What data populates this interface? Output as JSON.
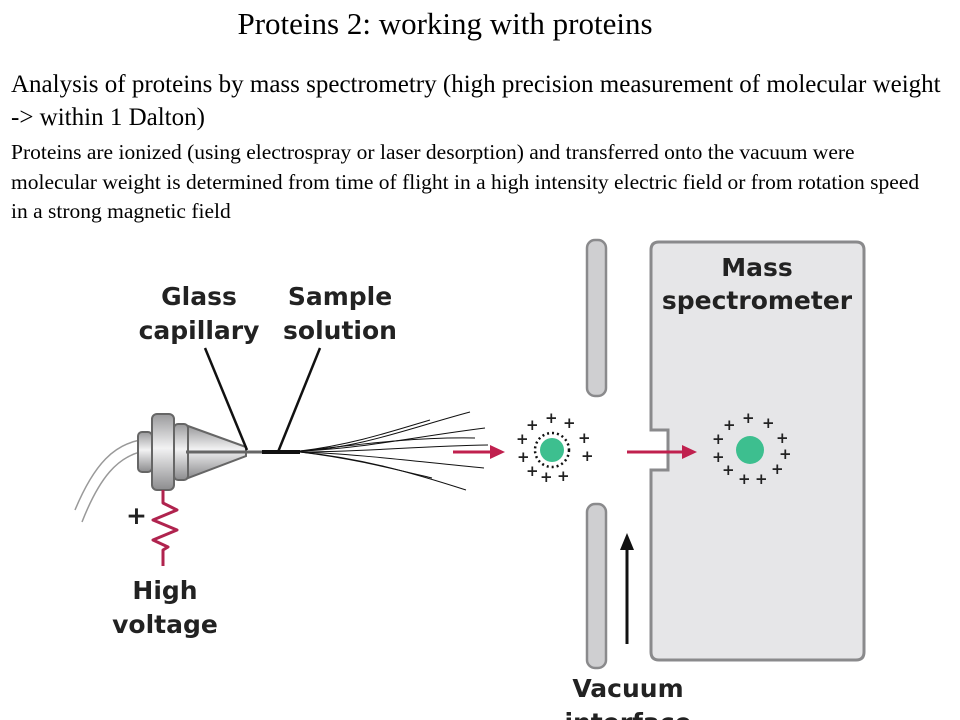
{
  "slide": {
    "title": "Proteins 2: working with proteins",
    "paragraph1": "Analysis of proteins by mass spectrometry (high precision measurement of molecular weight -> within 1 Dalton)",
    "paragraph2": "Proteins are ionized (using electrospray or laser desorption) and transferred onto the vacuum were molecular weight is determined from time of flight in a high intensity electric field or from rotation speed in a strong magnetic field"
  },
  "diagram": {
    "labels": {
      "glass_line1": "Glass",
      "glass_line2": "capillary",
      "sample_line1": "Sample",
      "sample_line2": "solution",
      "mass_line1": "Mass",
      "mass_line2": "spectrometer",
      "voltage_line1": "High",
      "voltage_line2": "voltage",
      "vacuum_line1": "Vacuum",
      "vacuum_line2": "interface",
      "plus_sign": "+"
    },
    "colors": {
      "protein": "#3dbf8f",
      "arrow": "#c0204e",
      "resistor": "#b0234e",
      "chamber_fill": "#e6e6e8",
      "chamber_stroke": "#8a8a8c"
    }
  }
}
